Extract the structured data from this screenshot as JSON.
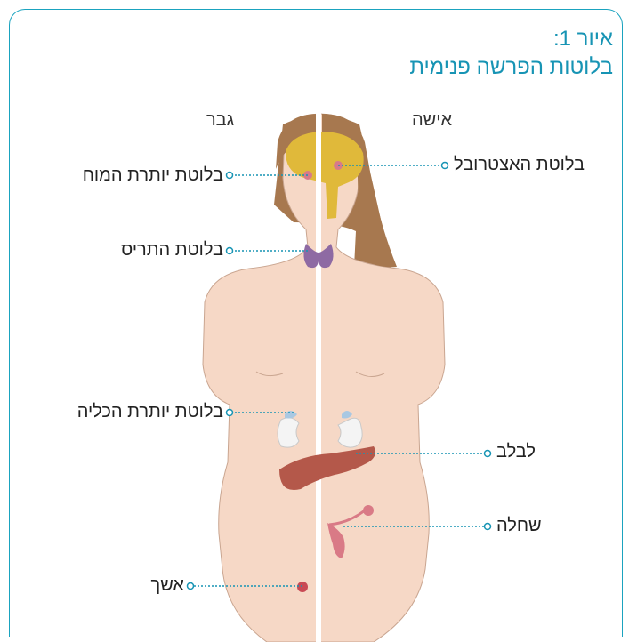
{
  "figure": {
    "number": "איור 1:",
    "title": "בלוטות הפרשה פנימית"
  },
  "genders": {
    "female": "אישה",
    "male": "גבר"
  },
  "labels": {
    "pineal": "בלוטת האצטרובל",
    "pituitary": "בלוטת יותרת המוח",
    "thyroid": "בלוטת התריס",
    "adrenal": "בלוטת יותרת הכליה",
    "pancreas": "לבלב",
    "ovary": "שחלה",
    "testis": "אשך"
  },
  "colors": {
    "frame": "#1aa3bf",
    "title": "#1794b4",
    "skin": "#f6d8c6",
    "skin_outline": "#c9a590",
    "hair": "#a7784f",
    "brain": "#e0b93a",
    "thyroid": "#8e6aa3",
    "pancreas": "#b4584a",
    "adrenal": "#a9c8e2",
    "kidney": "#f4f4f4",
    "ovary": "#d97a86",
    "testis": "#c94a55",
    "leader": "#1794b4"
  }
}
